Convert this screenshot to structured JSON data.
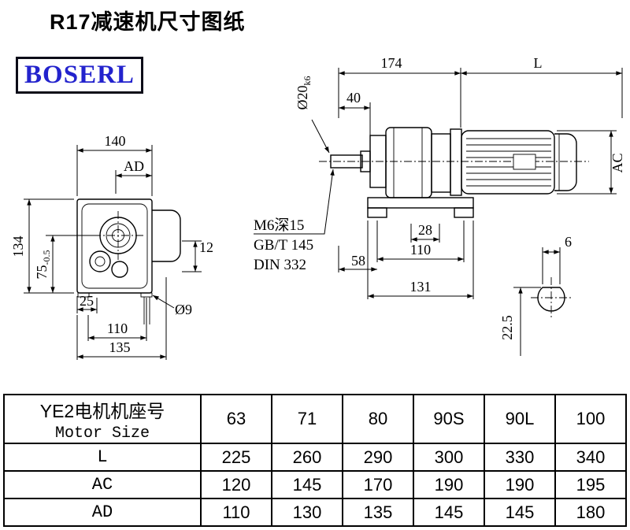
{
  "title": "R17减速机尺寸图纸",
  "logo": "BOSERL",
  "front_view": {
    "d140": "140",
    "dAD": "AD",
    "d134": "134",
    "d75": "75",
    "d75_tol": "-0.5",
    "d25": "25",
    "d110": "110",
    "d135": "135",
    "d12": "12",
    "dO9": "Ø9"
  },
  "side_view": {
    "d174": "174",
    "dL": "L",
    "d40": "40",
    "shaft": "Ø20",
    "shaft_fit": "k6",
    "dAC": "AC",
    "note1": "M6深15",
    "note2": "GB/T 145",
    "note3": "DIN 332",
    "d28": "28",
    "d110": "110",
    "d58": "58",
    "d131": "131",
    "d6": "6",
    "d22_5": "22.5"
  },
  "table": {
    "header_cn": "YE2电机机座号",
    "header_en": "Motor Size",
    "sizes": [
      "63",
      "71",
      "80",
      "90S",
      "90L",
      "100"
    ],
    "rows": [
      {
        "label": "L",
        "values": [
          "225",
          "260",
          "290",
          "300",
          "330",
          "340"
        ]
      },
      {
        "label": "AC",
        "values": [
          "120",
          "145",
          "170",
          "190",
          "190",
          "195"
        ]
      },
      {
        "label": "AD",
        "values": [
          "110",
          "130",
          "135",
          "145",
          "145",
          "180"
        ]
      }
    ]
  }
}
